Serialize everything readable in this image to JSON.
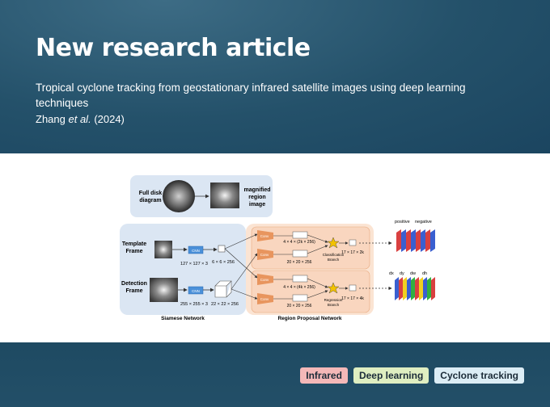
{
  "header": {
    "headline": "New research article",
    "subtitle": "Tropical cyclone tracking from geostationary infrared satellite images using deep learning techniques",
    "author": "Zhang",
    "et_al": "et al.",
    "year": "(2024)"
  },
  "figure": {
    "full_disk": "Full disk",
    "diagram": "diagram",
    "magnified1": "magnified",
    "magnified2": "region",
    "magnified3": "image",
    "template1": "Template",
    "template2": "Frame",
    "detection1": "Detection",
    "detection2": "Frame",
    "cnn_a": "CNN",
    "cnn_b": "CNN",
    "dim_t_in": "127 × 127 × 3",
    "dim_t_out": "6 × 6 × 256",
    "dim_d_in": "255 × 255 × 3",
    "dim_d_out": "22 × 22 × 256",
    "siamese": "Siamese Network",
    "rpn": "Region Proposal Network",
    "conv1": "Conv",
    "conv2": "Conv",
    "conv3": "Conv",
    "conv4": "Conv",
    "dim_c1": "4 × 4 × (2k × 256)",
    "dim_c2": "20 × 20 × 256",
    "dim_r1": "4 × 4 × (4k × 256)",
    "dim_r2": "20 × 20 × 256",
    "cls_branch1": "Classification",
    "cls_branch2": "Branch",
    "reg_branch1": "Regression",
    "reg_branch2": "Branch",
    "out_cls": "17 × 17 × 2k",
    "out_reg": "17 × 17 × 4k",
    "positive": "positive",
    "negative": "negative",
    "dx": "dx",
    "dy": "dy",
    "dw": "dw",
    "dh": "dh"
  },
  "tags": [
    "Infrared",
    "Deep learning",
    "Cyclone tracking"
  ],
  "colors": {
    "infrared": "#f4b8b8",
    "deep_learning": "#dfeec1",
    "cyclone_tracking": "#dcedf5",
    "siamese_bg": "#dbe6f3",
    "rpn_bg": "#fbe4d3"
  }
}
